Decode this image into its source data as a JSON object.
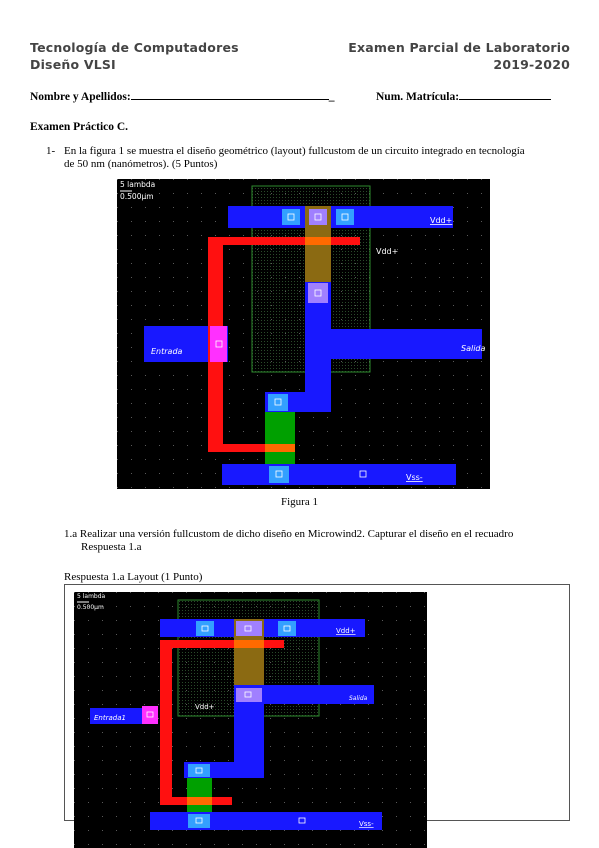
{
  "header": {
    "left_line1": "Tecnología de Computadores",
    "left_line2": "Diseño VLSI",
    "right_line1": "Examen Parcial de Laboratorio",
    "right_line2": "2019-2020"
  },
  "form": {
    "name_label": "Nombre y Apellidos:",
    "name_tail": "_",
    "matricula_label": "Num.  Matrícula:"
  },
  "exam": {
    "title": "Examen Práctico C.",
    "q1_number": "1-",
    "q1_text_line1": "En la figura 1 se muestra el diseño geométrico (layout) fullcustom de un circuito integrado en tecnología",
    "q1_text_line2": "de 50 nm (nanómetros). (5 Puntos)",
    "figure1_caption": "Figura 1",
    "q1a_line1": "1.a Realizar una versión fullcustom de dicho diseño en Microwind2. Capturar el diseño en el recuadro",
    "q1a_line2": "Respuesta 1.a",
    "answer_label": "Respuesta 1.a Layout (1 Punto)"
  },
  "figure1": {
    "scale_line1": "5 lambda",
    "scale_line2": "0.500µm",
    "labels": {
      "vdd_top": "Vdd+",
      "vdd_mid": "Vdd+",
      "entrada": "Entrada",
      "salida": "Salida",
      "vss": "Vss-"
    }
  },
  "figure2": {
    "scale_line1": "5 lambda",
    "scale_line2": "0.500µm",
    "labels": {
      "vdd_top": "Vdd+",
      "vdd_mid": "Vdd+",
      "entrada": "Entrada1",
      "salida": "Salida",
      "vss": "Vss-"
    }
  },
  "colors": {
    "metal": "#1818ff",
    "poly": "#ff1010",
    "contact": "#33a0ff",
    "pdiff": "#8b6a12",
    "ndiff": "#00a000",
    "via": "#a080ff",
    "pin": "#ff30ff",
    "nwell": "#0a3a0a"
  }
}
